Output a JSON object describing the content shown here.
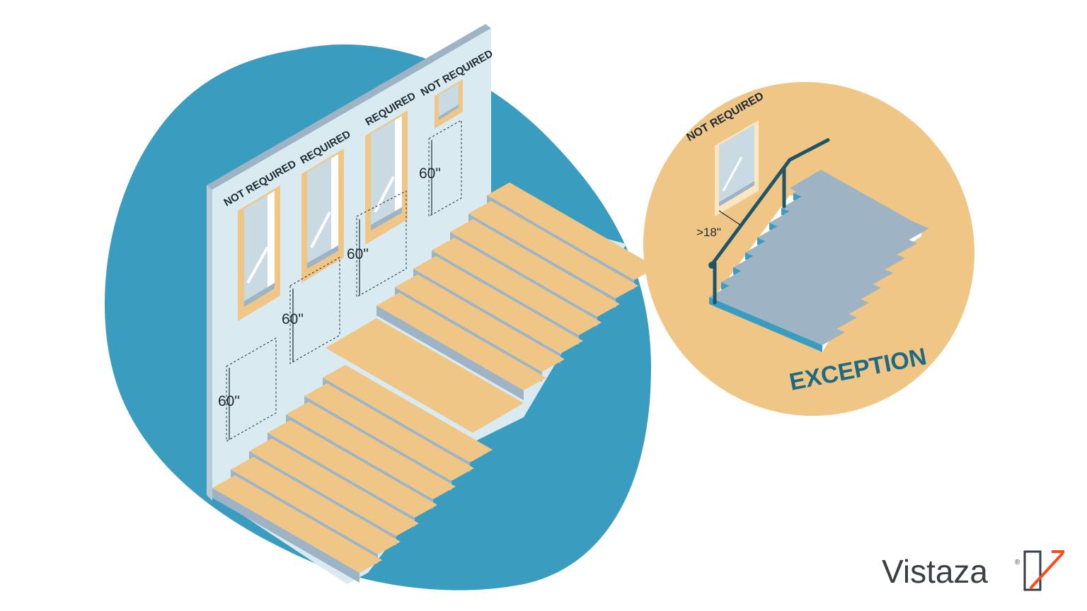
{
  "colors": {
    "blob_blue": "#3a9dbf",
    "wall": "#d9eaf1",
    "wall_top": "#9eb4c4",
    "tread": "#f0c687",
    "riser": "#9eb4c4",
    "frame": "#f0c687",
    "glass": "#c9dae3",
    "oval_bg": "#f0c687",
    "small_tread": "#9eb4c4",
    "small_riser": "#3a9dbf",
    "handrail": "#1f5566",
    "exception_text": "#1f6a80",
    "brand_accent": "#ff4a1c",
    "brand_text": "#3a3f45"
  },
  "main_windows": [
    {
      "label": "NOT REQUIRED",
      "dimension": "60\""
    },
    {
      "label": "REQUIRED",
      "dimension": "60\""
    },
    {
      "label": "REQUIRED",
      "dimension": "60\""
    },
    {
      "label": "NOT REQUIRED",
      "dimension": "60\""
    }
  ],
  "exception": {
    "window_label": "NOT REQUIRED",
    "distance": ">18\"",
    "title": "EXCEPTION"
  },
  "brand": {
    "name": "Vistaza",
    "registered": "®",
    "icon": "vistaza-logo-icon"
  }
}
